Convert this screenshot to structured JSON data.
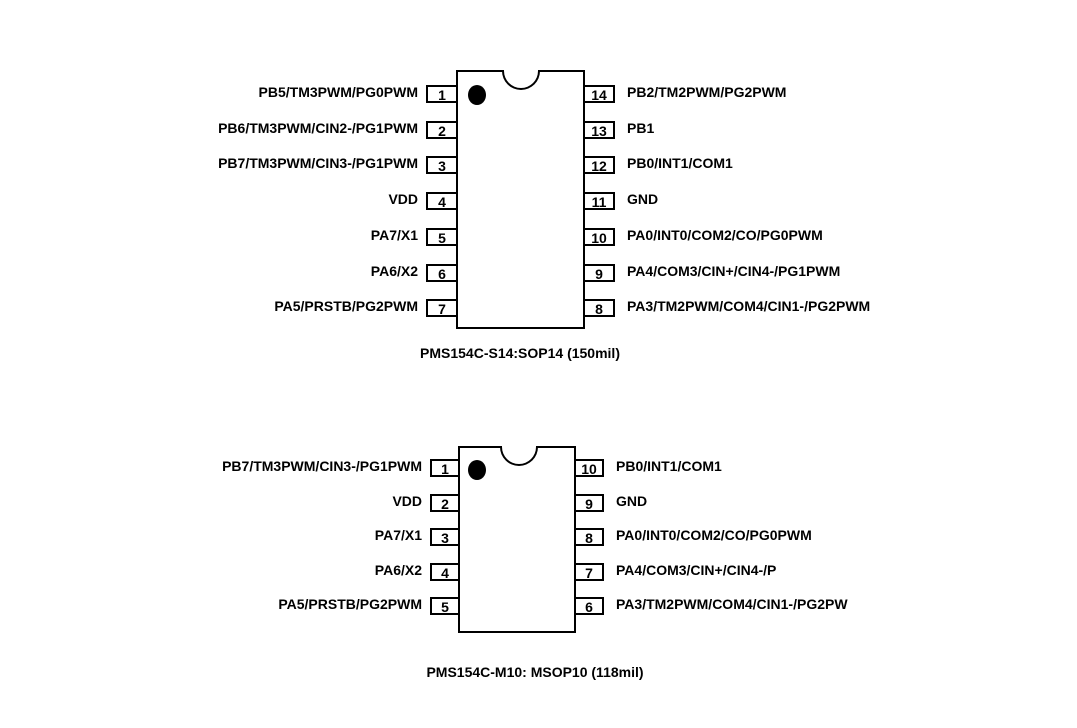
{
  "packages": [
    {
      "caption": "PMS154C-S14:SOP14 (150mil)",
      "left_pins": [
        {
          "num": "1",
          "label": "PB5/TM3PWM/PG0PWM"
        },
        {
          "num": "2",
          "label": "PB6/TM3PWM/CIN2-/PG1PWM"
        },
        {
          "num": "3",
          "label": "PB7/TM3PWM/CIN3-/PG1PWM"
        },
        {
          "num": "4",
          "label": "VDD"
        },
        {
          "num": "5",
          "label": "PA7/X1"
        },
        {
          "num": "6",
          "label": "PA6/X2"
        },
        {
          "num": "7",
          "label": "PA5/PRSTB/PG2PWM"
        }
      ],
      "right_pins": [
        {
          "num": "14",
          "label": "PB2/TM2PWM/PG2PWM"
        },
        {
          "num": "13",
          "label": "PB1"
        },
        {
          "num": "12",
          "label": "PB0/INT1/COM1"
        },
        {
          "num": "11",
          "label": "GND"
        },
        {
          "num": "10",
          "label": "PA0/INT0/COM2/CO/PG0PWM"
        },
        {
          "num": "9",
          "label": "PA4/COM3/CIN+/CIN4-/PG1PWM"
        },
        {
          "num": "8",
          "label": "PA3/TM2PWM/COM4/CIN1-/PG2PWM"
        }
      ]
    },
    {
      "caption": "PMS154C-M10: MSOP10 (118mil)",
      "left_pins": [
        {
          "num": "1",
          "label": "PB7/TM3PWM/CIN3-/PG1PWM"
        },
        {
          "num": "2",
          "label": "VDD"
        },
        {
          "num": "3",
          "label": "PA7/X1"
        },
        {
          "num": "4",
          "label": "PA6/X2"
        },
        {
          "num": "5",
          "label": "PA5/PRSTB/PG2PWM"
        }
      ],
      "right_pins": [
        {
          "num": "10",
          "label": "PB0/INT1/COM1"
        },
        {
          "num": "9",
          "label": "GND"
        },
        {
          "num": "8",
          "label": "PA0/INT0/COM2/CO/PG0PWM"
        },
        {
          "num": "7",
          "label": "PA4/COM3/CIN+/CIN4-/P"
        },
        {
          "num": "6",
          "label": "PA3/TM2PWM/COM4/CIN1-/PG2PW"
        }
      ]
    }
  ]
}
